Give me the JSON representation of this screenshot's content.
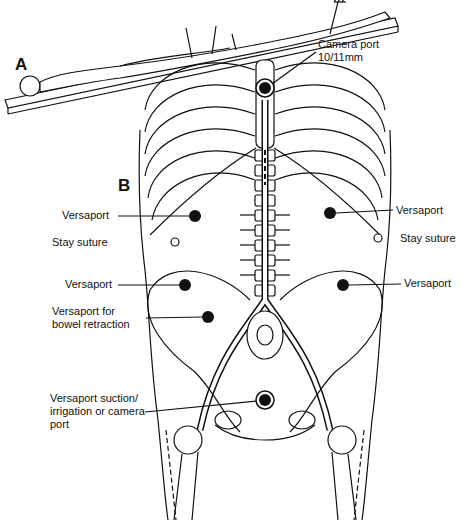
{
  "diagram": {
    "labels": [
      "A",
      "B",
      "Camera port 10/11mm",
      "Versaport",
      "Versaport",
      "Stay suture",
      "Stay suture",
      "Versaport",
      "Versaport",
      "Versaport for bowel retraction",
      "Versaport suction/ irrigation or camera port"
    ]
  }
}
